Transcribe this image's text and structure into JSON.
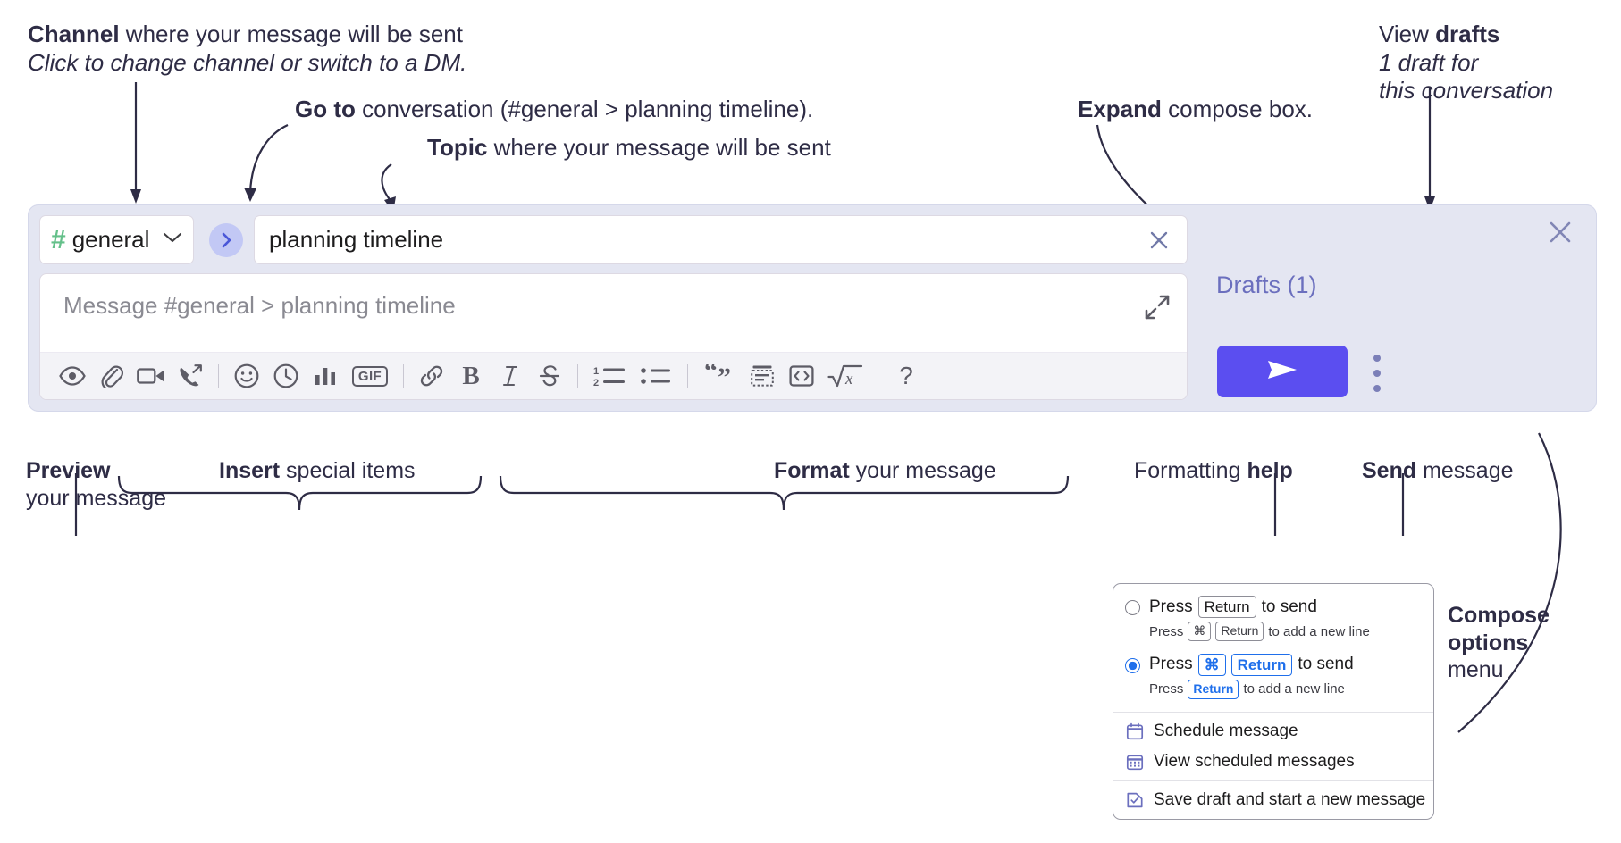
{
  "annotations": {
    "channel": {
      "line1_bold": "Channel",
      "line1_rest": " where your message will be sent",
      "line2_italic": "Click to change channel or switch to a DM."
    },
    "goto": {
      "bold": "Go to",
      "rest": " conversation (#general > planning timeline)."
    },
    "topic": {
      "bold": "Topic",
      "rest": " where your message will be sent"
    },
    "expand": {
      "bold": "Expand",
      "rest": " compose box."
    },
    "drafts": {
      "line1_rest": "View ",
      "line1_bold": "drafts",
      "line2_italic": "1 draft for",
      "line3_italic": "this conversation"
    },
    "preview": {
      "bold": "Preview",
      "line2": "your message"
    },
    "insert": {
      "bold": "Insert",
      "rest": " special items"
    },
    "format": {
      "bold": "Format",
      "rest": " your message"
    },
    "help": {
      "rest": "Formatting ",
      "bold": "help"
    },
    "send": {
      "bold": "Send",
      "rest": " message"
    },
    "compose_options": {
      "line1_bold": "Compose",
      "line2_bold": "options",
      "line3": "menu"
    }
  },
  "composer": {
    "channel": {
      "hash": "#",
      "name": "general",
      "chevron": "chevron-down-icon"
    },
    "goto_button_icon": "chevron-right-icon",
    "topic": {
      "value": "planning timeline",
      "clear_icon": "close-icon"
    },
    "message": {
      "placeholder": "Message #general > planning timeline",
      "value": "",
      "expand_icon": "expand-icon"
    },
    "toolbar": [
      {
        "name": "preview-button",
        "icon": "eye-icon",
        "label": "Preview"
      },
      {
        "name": "attach-button",
        "icon": "paperclip-icon",
        "label": "Attach file"
      },
      {
        "name": "video-clip-button",
        "icon": "video-camera-icon",
        "label": "Record video clip"
      },
      {
        "name": "audio-clip-button",
        "icon": "phone-arrow-icon",
        "label": "Record audio clip"
      },
      {
        "name": "separator-1",
        "icon": "divider",
        "label": ""
      },
      {
        "name": "emoji-button",
        "icon": "smiley-icon",
        "label": "Emoji"
      },
      {
        "name": "reminder-button",
        "icon": "clock-icon",
        "label": "Schedule"
      },
      {
        "name": "poll-button",
        "icon": "bar-chart-icon",
        "label": "Poll"
      },
      {
        "name": "gif-button",
        "icon": "gif-icon",
        "label": "GIF"
      },
      {
        "name": "separator-2",
        "icon": "divider",
        "label": ""
      },
      {
        "name": "link-button",
        "icon": "link-icon",
        "label": "Link"
      },
      {
        "name": "bold-button",
        "icon": "bold-icon",
        "label": "B"
      },
      {
        "name": "italic-button",
        "icon": "italic-icon",
        "label": "I"
      },
      {
        "name": "strikethrough-button",
        "icon": "strikethrough-icon",
        "label": "S"
      },
      {
        "name": "separator-3",
        "icon": "divider",
        "label": ""
      },
      {
        "name": "ordered-list-button",
        "icon": "ordered-list-icon",
        "label": ""
      },
      {
        "name": "bulleted-list-button",
        "icon": "bulleted-list-icon",
        "label": ""
      },
      {
        "name": "separator-4",
        "icon": "divider",
        "label": ""
      },
      {
        "name": "blockquote-button",
        "icon": "quote-icon",
        "label": ""
      },
      {
        "name": "code-block-button",
        "icon": "code-block-icon",
        "label": ""
      },
      {
        "name": "inline-code-button",
        "icon": "code-brackets-icon",
        "label": ""
      },
      {
        "name": "math-button",
        "icon": "square-root-x-icon",
        "label": ""
      },
      {
        "name": "separator-5",
        "icon": "divider",
        "label": ""
      },
      {
        "name": "formatting-help-button",
        "icon": "question-mark-icon",
        "label": "?"
      }
    ],
    "gif_label": "GIF",
    "bold_glyph": "B",
    "italic_glyph": "I",
    "help_glyph": "?",
    "right": {
      "close_icon": "close-icon",
      "drafts_label": "Drafts (1)",
      "send_icon": "send-paper-plane-icon",
      "kebab_icon": "more-options-vertical-icon"
    }
  },
  "menu": {
    "options": [
      {
        "selected": false,
        "main_pre": "Press",
        "main_key": "Return",
        "main_post": "to send",
        "sub_pre": "Press",
        "sub_key1": "⌘",
        "sub_key2": "Return",
        "sub_post": "to add a new line"
      },
      {
        "selected": true,
        "main_pre": "Press",
        "main_key1": "⌘",
        "main_key2": "Return",
        "main_post": "to send",
        "sub_pre": "Press",
        "sub_key": "Return",
        "sub_post": "to add a new line"
      }
    ],
    "items": [
      {
        "icon": "calendar-icon",
        "label": "Schedule message"
      },
      {
        "icon": "calendar-grid-icon",
        "label": "View scheduled messages"
      },
      {
        "icon": "save-draft-icon",
        "label": "Save draft and start a new message"
      }
    ]
  },
  "colors": {
    "accent_purple": "#5b4ef0",
    "drafts_link": "#6b6fbe",
    "panel_bg": "#e4e6f2",
    "channel_hash_green": "#64c08a",
    "goto_pill": "#c2c8f5",
    "menu_blue": "#1f6feb",
    "text_dark": "#2e2c45"
  }
}
